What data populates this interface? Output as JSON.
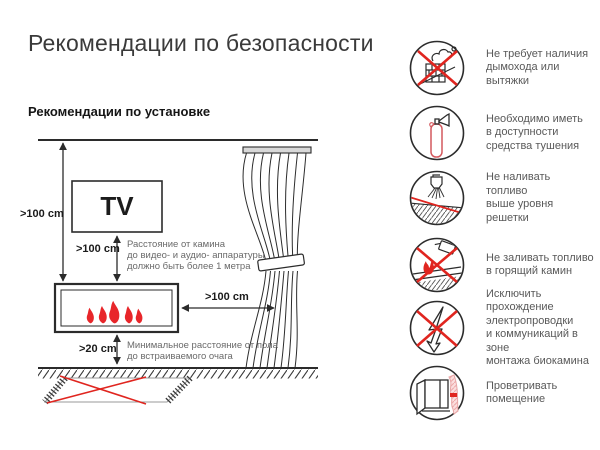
{
  "page": {
    "title": "Рекомендации по безопасности",
    "section_title": "Рекомендации по установке"
  },
  "diagram": {
    "tv_label": "TV",
    "ceiling_to_fireplace": ">100 cm",
    "tv_to_fireplace": ">100 cm",
    "fireplace_to_curtain": ">100 cm",
    "floor_to_fireplace": ">20 cm",
    "tv_note": "Расстояние от камина\nдо видео- и аудио- аппаратуры\nдолжно быть более 1 метра",
    "floor_note": "Минимальное расстояние от пола\nдо встраиваемого очага"
  },
  "recommendations": [
    {
      "icon": "no-chimney-icon",
      "text": "Не требует наличия\nдымохода или вытяжки"
    },
    {
      "icon": "fire-extinguisher-icon",
      "text": "Необходимо иметь\nв доступности\nсредства тушения"
    },
    {
      "icon": "fuel-level-icon",
      "text": "Не наливать топливо\nвыше уровня решетки"
    },
    {
      "icon": "no-refueling-burning-icon",
      "text": "Не заливать топливо\nв горящий камин"
    },
    {
      "icon": "no-wiring-icon",
      "text": "Исключить прохождение\nэлектропроводки\nи коммуникаций в зоне\nмонтажа биокамина"
    },
    {
      "icon": "ventilation-icon",
      "text": "Проветривать\nпомещение"
    }
  ],
  "colors": {
    "accent_red": "#e0251f",
    "flame_red": "#e8262a",
    "line": "#2c2c2c",
    "text_gray": "#595959"
  }
}
